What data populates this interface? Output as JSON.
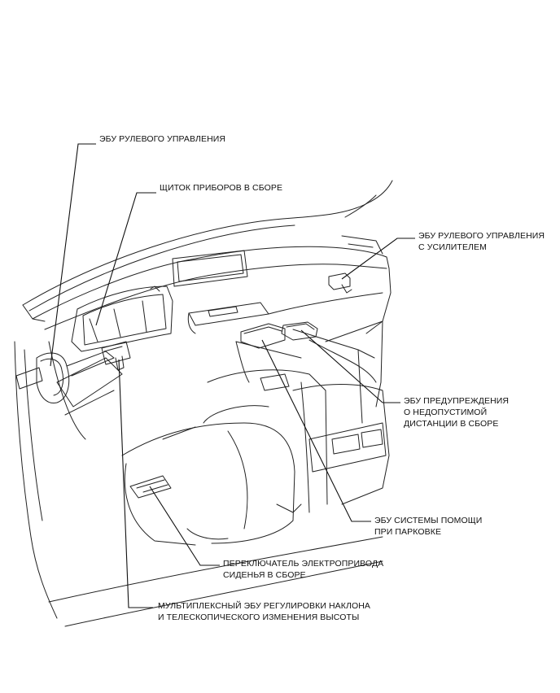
{
  "callouts": {
    "steering_ecu": [
      "ЭБУ РУЛЕВОГО УПРАВЛЕНИЯ"
    ],
    "instrument_cluster": [
      "ЩИТОК ПРИБОРОВ В СБОРЕ"
    ],
    "power_steering_ecu": [
      "ЭБУ РУЛЕВОГО УПРАВЛЕНИЯ",
      "С УСИЛИТЕЛЕМ"
    ],
    "clearance_warning_ecu": [
      "ЭБУ ПРЕДУПРЕЖДЕНИЯ",
      "О НЕДОПУСТИМОЙ",
      "ДИСТАНЦИИ В СБОРЕ"
    ],
    "parking_assist_ecu": [
      "ЭБУ СИСТЕМЫ ПОМОЩИ",
      "ПРИ ПАРКОВКЕ"
    ],
    "power_seat_switch": [
      "ПЕРЕКЛЮЧАТЕЛЬ ЭЛЕКТРОПРИВОДА",
      "СИДЕНЬЯ В СБОРЕ"
    ],
    "tilt_telescopic_ecu": [
      "МУЛЬТИПЛЕКСНЫЙ ЭБУ РЕГУЛИРОВКИ НАКЛОНА",
      "И ТЕЛЕСКОПИЧЕСКОГО ИЗМЕНЕНИЯ ВЫСОТЫ"
    ]
  }
}
